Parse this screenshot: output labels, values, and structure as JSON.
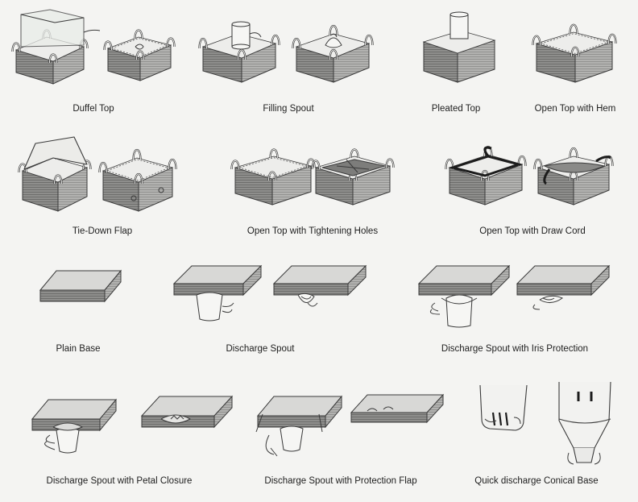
{
  "items": [
    {
      "label": "Duffel Top"
    },
    {
      "label": "Filling Spout"
    },
    {
      "label": "Pleated Top"
    },
    {
      "label": "Open Top with Hem"
    },
    {
      "label": "Tie-Down Flap"
    },
    {
      "label": "Open Top with Tightening Holes"
    },
    {
      "label": "Open Top with Draw Cord"
    },
    {
      "label": "Plain Base"
    },
    {
      "label": "Discharge Spout"
    },
    {
      "label": "Discharge Spout with Iris Protection"
    },
    {
      "label": "Discharge Spout with Petal Closure"
    },
    {
      "label": "Discharge Spout with Protection Flap"
    },
    {
      "label": "Quick discharge Conical Base"
    }
  ]
}
